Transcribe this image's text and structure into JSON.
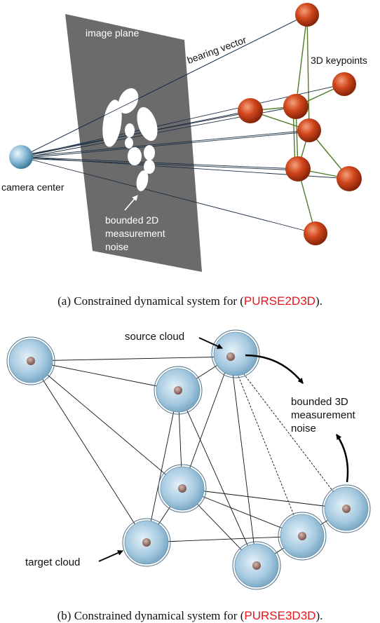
{
  "panel_a": {
    "labels": {
      "image_plane": "image plane",
      "bearing_vector": "bearing vector",
      "keypoints": "3D keypoints",
      "camera_center": "camera center",
      "noise_line1": "bounded 2D",
      "noise_line2": "measurement",
      "noise_line3": "noise"
    },
    "caption": {
      "prefix": "(a) Constrained dynamical system for (",
      "ref": "PURSE2D3D",
      "suffix": ")."
    }
  },
  "panel_b": {
    "labels": {
      "source_cloud": "source cloud",
      "noise_line1": "bounded 3D",
      "noise_line2": "measurement",
      "noise_line3": "noise",
      "target_cloud": "target cloud"
    },
    "caption": {
      "prefix": "(b) Constrained dynamical system for (",
      "ref": "PURSE3D3D",
      "suffix": ")."
    }
  },
  "colors": {
    "plane": "#6b6b6b",
    "keypoint": "#cc3a12",
    "camera": "#7fb3d5",
    "cloud": "#a9cbe0",
    "accent_red": "#e8151b"
  }
}
